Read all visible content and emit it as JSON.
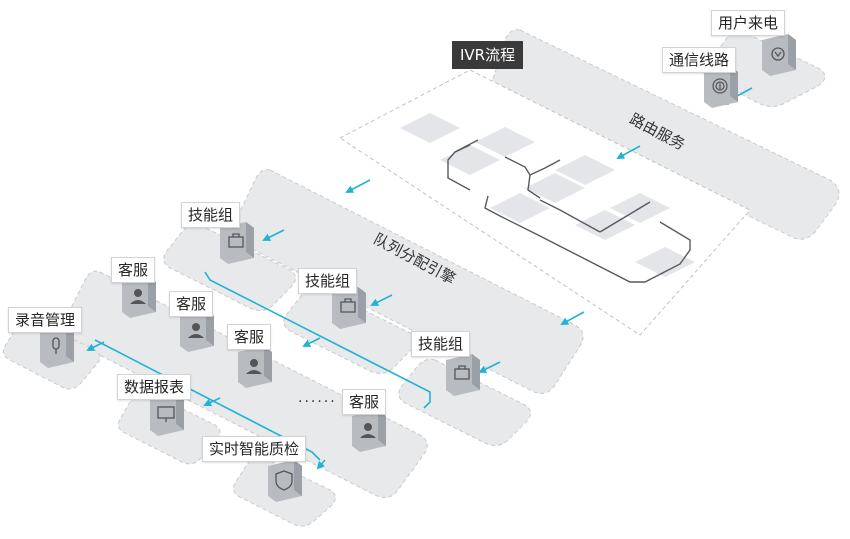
{
  "labels": {
    "user_call": "用户来电",
    "comm_line": "通信线路",
    "ivr": "IVR流程",
    "routing": "路由服务",
    "queue": "队列分配引擎",
    "skill_group_1": "技能组",
    "skill_group_2": "技能组",
    "skill_group_3": "技能组",
    "agent_1": "客服",
    "agent_2": "客服",
    "agent_3": "客服",
    "agent_4": "客服",
    "ellipsis": "......",
    "recording": "录音管理",
    "reports": "数据报表",
    "qa": "实时智能质检"
  },
  "colors": {
    "arrow": "#1fb3d6",
    "platform": "#e6e7e9",
    "platform_border": "#c9cbce",
    "box_front": "#b8bcc1",
    "box_side": "#9aa0a6",
    "ivr_badge": "#3a3a3a"
  },
  "icons": {
    "user_call": "phone-icon",
    "comm_line": "fingerprint-icon",
    "skill_group": "briefcase-icon",
    "agent": "agent-headset-icon",
    "recording": "microphone-icon",
    "reports": "report-screen-icon",
    "qa": "shield-icon"
  }
}
